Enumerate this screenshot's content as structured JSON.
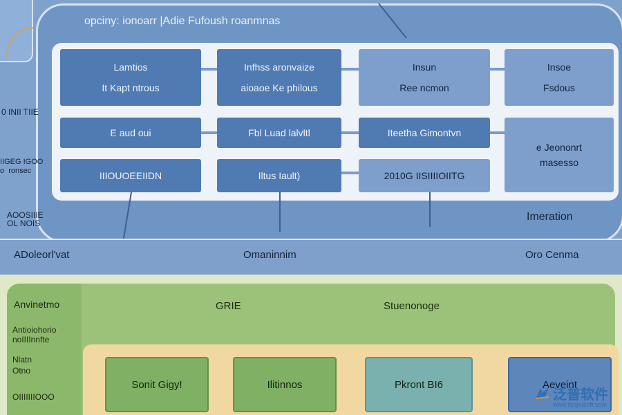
{
  "header": {
    "title": "opciny: ionoarr |Adie Fufoush roanmnas"
  },
  "top_grid": {
    "row1": [
      {
        "lines": [
          "Lamtios",
          "It Kapt ntrous"
        ]
      },
      {
        "lines": [
          "Infhss aronvaize",
          "aioaoe Ke philous"
        ]
      },
      {
        "lines": [
          "Insun",
          "Ree ncmon"
        ]
      },
      {
        "lines": [
          "Insoe",
          "Fsdous"
        ]
      }
    ],
    "row2": [
      {
        "lines": [
          "E aud oui"
        ]
      },
      {
        "lines": [
          "Fbl Luad lalvltl"
        ]
      },
      {
        "lines": [
          "Iteetha Gimontvn"
        ]
      }
    ],
    "row3": [
      {
        "lines": [
          "IIIOUOEEIIDN"
        ]
      },
      {
        "lines": [
          "Iltus Iault)"
        ]
      },
      {
        "lines": [
          "2010G IISIIIIOIITG"
        ]
      }
    ],
    "right_tall": {
      "lines": [
        "e Jeononrt",
        "masesso"
      ]
    }
  },
  "left_labels": {
    "a": "0 INII TIIE",
    "b": "IIGEG IGOO\no  ronsec",
    "c": "AOOSIIIE\nOL NOIS"
  },
  "labels": {
    "imeration": "Imeration",
    "band_left": "ADoleorl'vat",
    "band_center": "Omaninnim",
    "band_right": "Oro Cenma"
  },
  "green": {
    "col_title": "Anvinetmo",
    "col_items": [
      "Antioiohorio\nnoIIIInnfte",
      "Nlatn\nOtno",
      "OIIIIIIIOOO"
    ],
    "header_left": "GRIE",
    "header_right": "Stuenonoge",
    "boxes": [
      "Sonit Gigy!",
      "Ilitinnos",
      "Pkront BI6",
      "Aeveint"
    ]
  },
  "watermark": {
    "cn": "泛普软件",
    "url": "www.fanpusoft.com"
  }
}
